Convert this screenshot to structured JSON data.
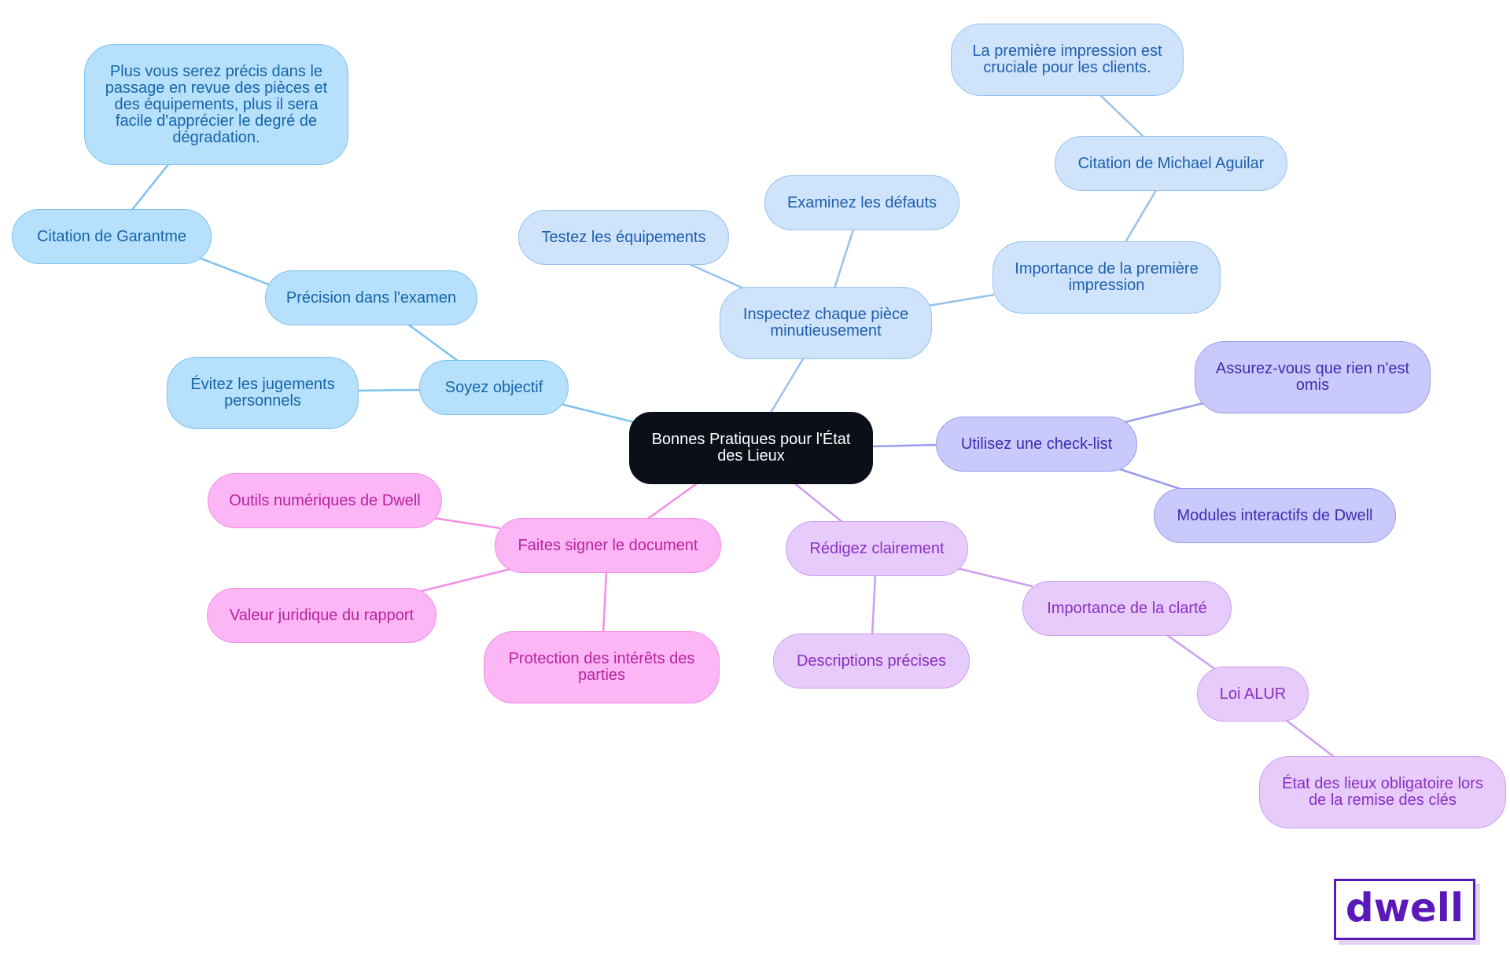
{
  "colors": {
    "sky": "#7cc2ef",
    "blue": "#97c1ee",
    "indigo": "#9c9cf0",
    "purple": "#cc9ef2",
    "pink": "#f28ee6",
    "root": "#0b0f17",
    "logo": "#5a18b8"
  },
  "mindmap": {
    "root": "Bonnes Pratiques pour l'État des Lieux",
    "nodes": [
      {
        "id": "objectif",
        "parent": "root",
        "label": "Soyez objectif",
        "color": "sky"
      },
      {
        "id": "precision",
        "parent": "objectif",
        "label": "Précision dans l'examen",
        "color": "sky"
      },
      {
        "id": "garantme",
        "parent": "precision",
        "label": "Citation de Garantme",
        "color": "sky"
      },
      {
        "id": "garantme-quote",
        "parent": "garantme",
        "label": "Plus vous serez précis dans le passage en revue des pièces et des équipements, plus il sera facile d'apprécier le degré de dégradation.",
        "color": "sky"
      },
      {
        "id": "jugements",
        "parent": "objectif",
        "label": "Évitez les jugements personnels",
        "color": "sky"
      },
      {
        "id": "inspectez",
        "parent": "root",
        "label": "Inspectez chaque pièce minutieusement",
        "color": "blue"
      },
      {
        "id": "testez",
        "parent": "inspectez",
        "label": "Testez les équipements",
        "color": "blue"
      },
      {
        "id": "examinez",
        "parent": "inspectez",
        "label": "Examinez les défauts",
        "color": "blue"
      },
      {
        "id": "importance-impression",
        "parent": "inspectez",
        "label": "Importance de la première impression",
        "color": "blue"
      },
      {
        "id": "aguilar",
        "parent": "importance-impression",
        "label": "Citation de Michael Aguilar",
        "color": "blue"
      },
      {
        "id": "aguilar-quote",
        "parent": "aguilar",
        "label": "La première impression est cruciale pour les clients.",
        "color": "blue"
      },
      {
        "id": "checklist",
        "parent": "root",
        "label": "Utilisez une check-list",
        "color": "indigo"
      },
      {
        "id": "rien-omis",
        "parent": "checklist",
        "label": "Assurez-vous que rien n'est omis",
        "color": "indigo"
      },
      {
        "id": "modules",
        "parent": "checklist",
        "label": "Modules interactifs de Dwell",
        "color": "indigo"
      },
      {
        "id": "redigez",
        "parent": "root",
        "label": "Rédigez clairement",
        "color": "purple"
      },
      {
        "id": "descriptions",
        "parent": "redigez",
        "label": "Descriptions précises",
        "color": "purple"
      },
      {
        "id": "clarte",
        "parent": "redigez",
        "label": "Importance de la clarté",
        "color": "purple"
      },
      {
        "id": "alur",
        "parent": "clarte",
        "label": "Loi ALUR",
        "color": "purple"
      },
      {
        "id": "alur-detail",
        "parent": "alur",
        "label": "État des lieux obligatoire lors de la remise des clés",
        "color": "purple"
      },
      {
        "id": "signer",
        "parent": "root",
        "label": "Faites signer le document",
        "color": "pink"
      },
      {
        "id": "outils",
        "parent": "signer",
        "label": "Outils numériques de Dwell",
        "color": "pink"
      },
      {
        "id": "valeur",
        "parent": "signer",
        "label": "Valeur juridique du rapport",
        "color": "pink"
      },
      {
        "id": "protection",
        "parent": "signer",
        "label": "Protection des intérêts des parties",
        "color": "pink"
      }
    ]
  },
  "logo": {
    "text": "dwell"
  }
}
